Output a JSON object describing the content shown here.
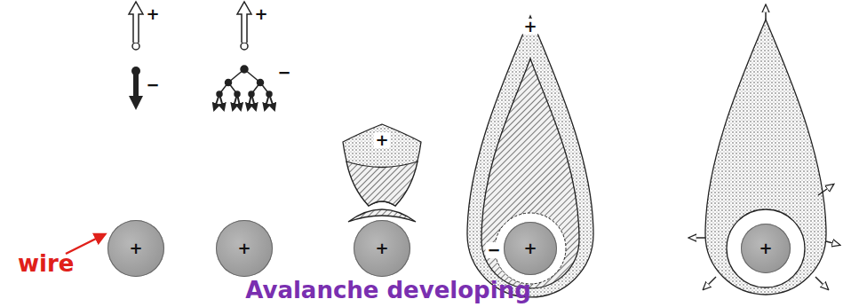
{
  "diagram": {
    "caption": "Avalanche developing",
    "nodes": [
      {
        "text": [
          "+"
        ]
      },
      {
        "text": [
          "+"
        ]
      },
      {
        "text": [
          "+"
        ]
      },
      {
        "text": [
          "+"
        ]
      },
      {
        "text": [
          "+"
        ]
      }
    ],
    "labels": [
      "+",
      "−",
      "+",
      "−",
      "+",
      "+",
      "−",
      "wire"
    ]
  }
}
